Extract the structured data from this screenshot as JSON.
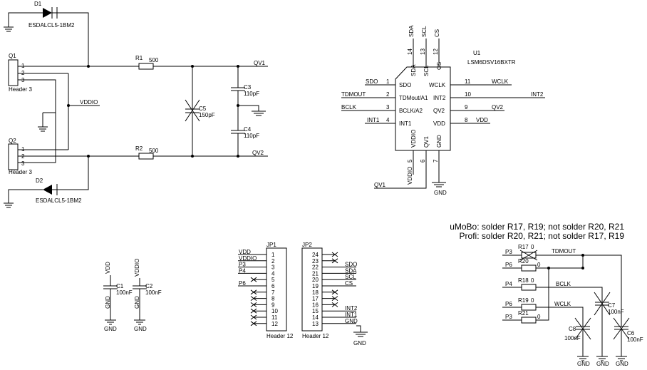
{
  "diodes": {
    "d1": {
      "ref": "D1",
      "part": "ESDALCL5-1BM2"
    },
    "d2": {
      "ref": "D2",
      "part": "ESDALCL5-1BM2"
    }
  },
  "headers": {
    "q1": {
      "ref": "Q1",
      "type": "Header 3",
      "pins": [
        "1",
        "2",
        "3"
      ]
    },
    "q2": {
      "ref": "Q2",
      "type": "Header 3",
      "pins": [
        "1",
        "2",
        "3"
      ]
    }
  },
  "passives": {
    "r1": {
      "ref": "R1",
      "value": "500"
    },
    "r2": {
      "ref": "R2",
      "value": "500"
    },
    "c3": {
      "ref": "C3",
      "value": "110pF"
    },
    "c4": {
      "ref": "C4",
      "value": "110pF"
    },
    "c5": {
      "ref": "C5",
      "value": "150pF"
    }
  },
  "nets": {
    "vddio": "VDDIO",
    "qv1": "QV1",
    "qv2": "QV2",
    "gnd": "GND",
    "vdd": "VDD"
  },
  "u1": {
    "ref": "U1",
    "part": "LSM6DSV16BXTR",
    "top_pins": [
      {
        "num": "14",
        "name": "SDA",
        "net": "SDA"
      },
      {
        "num": "13",
        "name": "SCL",
        "net": "SCL"
      },
      {
        "num": "12",
        "name": "CS",
        "net": "CS"
      }
    ],
    "left_pins": [
      {
        "num": "1",
        "name": "SDO",
        "net": "SDO"
      },
      {
        "num": "2",
        "name": "TDMout/A1",
        "net": "TDMOUT"
      },
      {
        "num": "3",
        "name": "BCLK/A2",
        "net": "BCLK"
      },
      {
        "num": "4",
        "name": "INT1",
        "net": "INT1"
      }
    ],
    "right_pins": [
      {
        "num": "11",
        "name": "WCLK",
        "net": "WCLK"
      },
      {
        "num": "10",
        "name": "INT2",
        "net": "INT2"
      },
      {
        "num": "9",
        "name": "QV2",
        "net": "QV2"
      },
      {
        "num": "8",
        "name": "VDD",
        "net": "VDD"
      }
    ],
    "bottom_pins": [
      {
        "num": "5",
        "name": "VDDIO",
        "net": "VDDIO"
      },
      {
        "num": "6",
        "name": "QV1",
        "net": "QV1"
      },
      {
        "num": "7",
        "name": "GND",
        "net": "GND"
      }
    ]
  },
  "decoupling": {
    "c1": {
      "ref": "C1",
      "value": "100nF",
      "net": "VDD",
      "gnd": "GND"
    },
    "c2": {
      "ref": "C2",
      "value": "100nF",
      "net": "VDDIO",
      "gnd": "GND"
    }
  },
  "jp1": {
    "ref": "JP1",
    "type": "Header 12",
    "rows": [
      {
        "pin": "1",
        "net": "VDD"
      },
      {
        "pin": "2",
        "net": "VDDIO"
      },
      {
        "pin": "3",
        "net": "P3"
      },
      {
        "pin": "4",
        "net": "P4"
      },
      {
        "pin": "5",
        "net": "",
        "nc": true
      },
      {
        "pin": "6",
        "net": "P6"
      },
      {
        "pin": "7",
        "net": "",
        "nc": true
      },
      {
        "pin": "8",
        "net": "",
        "nc": true
      },
      {
        "pin": "9",
        "net": "",
        "nc": true
      },
      {
        "pin": "10",
        "net": "",
        "nc": true
      },
      {
        "pin": "11",
        "net": "",
        "nc": true
      },
      {
        "pin": "12",
        "net": "",
        "nc": true
      }
    ]
  },
  "jp2": {
    "ref": "JP2",
    "type": "Header 12",
    "rows": [
      {
        "pin": "24",
        "net": "",
        "nc": true
      },
      {
        "pin": "23",
        "net": "",
        "nc": true
      },
      {
        "pin": "22",
        "net": "SDO"
      },
      {
        "pin": "21",
        "net": "SDA"
      },
      {
        "pin": "20",
        "net": "SCL"
      },
      {
        "pin": "19",
        "net": "CS"
      },
      {
        "pin": "18",
        "net": "",
        "nc": true
      },
      {
        "pin": "17",
        "net": "",
        "nc": true
      },
      {
        "pin": "16",
        "net": "",
        "nc": true
      },
      {
        "pin": "15",
        "net": "INT2"
      },
      {
        "pin": "14",
        "net": "INT1"
      },
      {
        "pin": "13",
        "net": "GND"
      }
    ],
    "gnd_label": "GND"
  },
  "notes": {
    "line1": "uMoBo: solder R17, R19; not solder R20, R21",
    "line2": "Profi: solder R20, R21; not solder R17, R19"
  },
  "config": {
    "r17": {
      "ref": "R17",
      "value": "0",
      "net_in": "P3",
      "net_out": "TDMOUT"
    },
    "r20": {
      "ref": "R20",
      "value": "0",
      "net_in": "P6"
    },
    "r18": {
      "ref": "R18",
      "value": "0",
      "net_in": "P4",
      "net_out": "BCLK"
    },
    "r19": {
      "ref": "R19",
      "value": "0",
      "net_in": "P6",
      "net_out": "WCLK"
    },
    "r21": {
      "ref": "R21",
      "value": "0",
      "net_in": "P3"
    },
    "c6": {
      "ref": "C6",
      "value": "100nF",
      "gnd": "GND"
    },
    "c7": {
      "ref": "C7",
      "value": "100nF",
      "gnd": "GND"
    },
    "c8": {
      "ref": "C8",
      "value": "100nF",
      "gnd": "GND"
    }
  }
}
